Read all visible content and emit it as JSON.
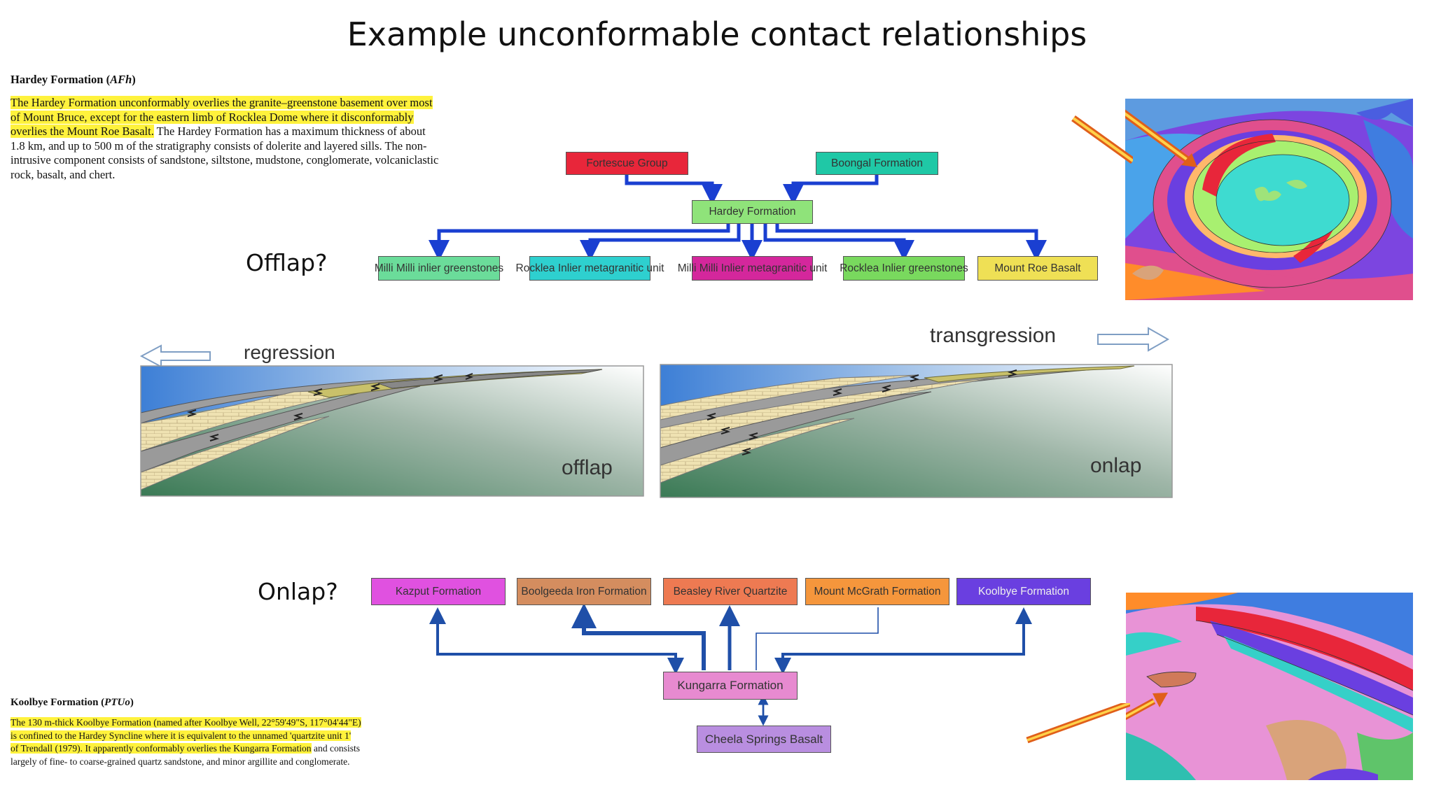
{
  "title": "Example unconformable contact relationships",
  "hardey": {
    "heading": "Hardey Formation",
    "heading_code": "AFh",
    "para_highlight_1": "The Hardey Formation unconformably overlies the granite–greenstone basement over most",
    "para_highlight_2": "of Mount Bruce, except for the eastern limb of Rocklea Dome where it disconformably",
    "para_highlight_3": "overlies the Mount Roe Basalt.",
    "para_rest_3": " The Hardey Formation has a maximum thickness of about",
    "para_4": "1.8 km, and up to 500 m of the stratigraphy consists of dolerite and layered sills. The non-",
    "para_5": "intrusive component consists of sandstone, siltstone, mudstone, conglomerate, volcaniclastic",
    "para_6": "rock, basalt, and chert."
  },
  "koolbye": {
    "heading": "Koolbye Formation",
    "heading_code": "PTUo",
    "para_highlight_1": "The 130 m-thick Koolbye Formation (named after Koolbye Well, 22°59'49\"S, 117°04'44\"E)",
    "para_highlight_2": "is confined to the Hardey Syncline where it is equivalent to the unnamed 'quartzite unit 1'",
    "para_highlight_3": "of Trendall (1979). It apparently conformably overlies the Kungarra Formation",
    "para_rest_3": " and consists",
    "para_4": "largely of fine- to coarse-grained quartz sandstone, and minor argillite and conglomerate."
  },
  "questions": {
    "offlap": "Offlap?",
    "onlap": "Onlap?"
  },
  "top_diagram": {
    "fortescue": "Fortescue Group",
    "boongal": "Boongal Formation",
    "hardey": "Hardey Formation",
    "children": [
      "Milli Milli inlier greenstones",
      "Rocklea Inlier metagranitic unit",
      "Milli Milli Inlier metagranitic unit",
      "Rocklea Inlier greenstones",
      "Mount Roe Basalt"
    ],
    "colors": {
      "fortescue": "#e8263a",
      "boongal": "#1fc8a6",
      "hardey": "#8fe37a",
      "milli_green": "#6bdc9a",
      "rocklea_meta": "#2ed0cf",
      "milli_meta": "#d4279c",
      "rocklea_green": "#79d95e",
      "mount_roe": "#efe055",
      "arrow": "#1a3fd1"
    }
  },
  "bottom_diagram": {
    "parents": [
      "Kazput Formation",
      "Boolgeeda Iron Formation",
      "Beasley River Quartzite",
      "Mount McGrath Formation",
      "Koolbye Formation"
    ],
    "kungarra": "Kungarra Formation",
    "cheela": "Cheela Springs Basalt",
    "colors": {
      "kazput": "#e051e0",
      "boolgeeda": "#d48d5f",
      "beasley": "#ee7a52",
      "mcgrath": "#f5963c",
      "koolbye": "#6a3fe0",
      "kungarra": "#e78ad0",
      "cheela": "#b98ee0",
      "arrow": "#1f4fa8"
    }
  },
  "cross_sections": {
    "regression": "regression",
    "transgression": "transgression",
    "offlap": "offlap",
    "onlap": "onlap"
  }
}
